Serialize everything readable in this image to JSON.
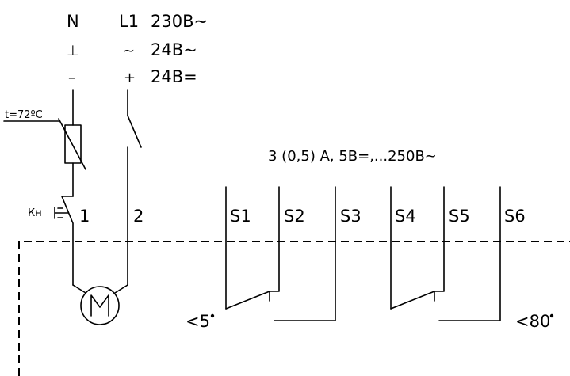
{
  "supply": {
    "neutral": "N",
    "line": "L1",
    "volt_ac230": "230В~",
    "ground_sym": "⊥",
    "ac_sym": "~",
    "volt_ac24": "24В~",
    "minus_sym": "–",
    "plus_sym": "+",
    "volt_dc24": "24В="
  },
  "thermostat": {
    "label": "t=72ºC"
  },
  "button": {
    "label": "Кн"
  },
  "terminals": {
    "t1": "1",
    "t2": "2"
  },
  "contacts_rating": "3 (0,5) A, 5В=,...250В~",
  "switches": [
    "S1",
    "S2",
    "S3",
    "S4",
    "S5",
    "S6"
  ],
  "positions": {
    "low": "<5",
    "high": "<80"
  }
}
